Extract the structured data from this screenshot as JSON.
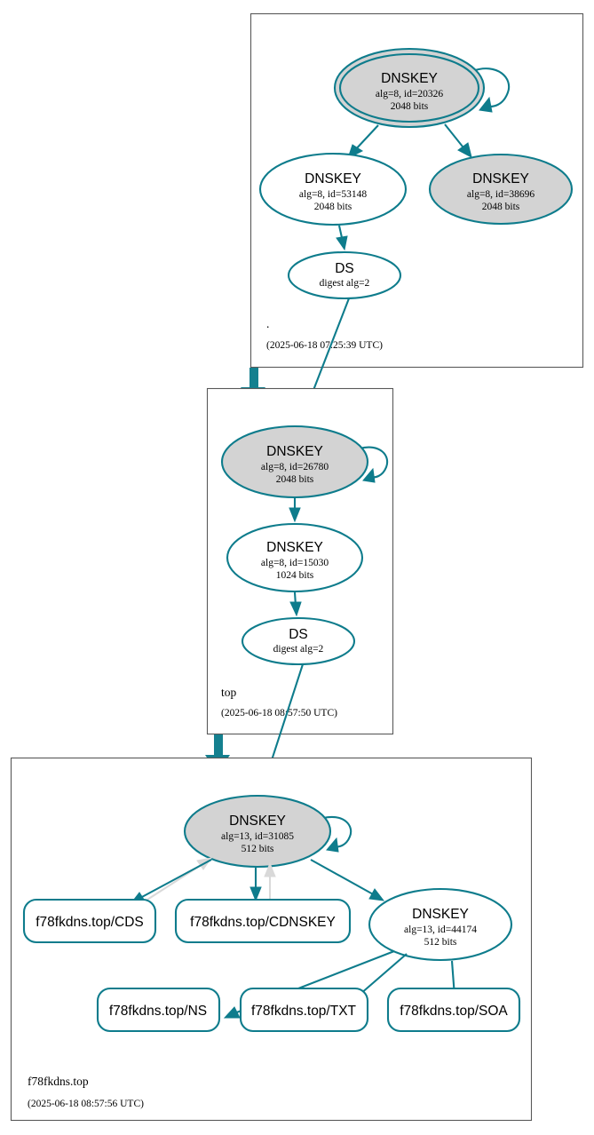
{
  "diagram": {
    "kind": "dnssec-authentication-chain",
    "colors": {
      "accent_teal": "#0e7c8c",
      "delegation_teal": "#14808f",
      "secure_node_fill": "#d3d3d3",
      "plain_node_fill": "#ffffff",
      "zone_border": "#595959",
      "gray_edge": "#d9d9d9",
      "background": "#ffffff"
    }
  },
  "zones": [
    {
      "id": "root",
      "name": ".",
      "timestamp": "(2025-06-18 07:25:39 UTC)",
      "nodes": [
        {
          "id": "root-ksk",
          "type": "DNSKEY",
          "title": "DNSKEY",
          "params": "alg=8, id=20326",
          "size": "2048 bits",
          "style": "double-ellipse-gray",
          "self_signed": true
        },
        {
          "id": "root-zsk-53148",
          "type": "DNSKEY",
          "title": "DNSKEY",
          "params": "alg=8, id=53148",
          "size": "2048 bits",
          "style": "ellipse-white",
          "self_signed": false
        },
        {
          "id": "root-zsk-38696",
          "type": "DNSKEY",
          "title": "DNSKEY",
          "params": "alg=8, id=38696",
          "size": "2048 bits",
          "style": "ellipse-gray",
          "self_signed": false
        },
        {
          "id": "root-ds",
          "type": "DS",
          "title": "DS",
          "params": "digest alg=2",
          "size": "",
          "style": "ellipse-white",
          "self_signed": false
        }
      ]
    },
    {
      "id": "top",
      "name": "top",
      "timestamp": "(2025-06-18 08:57:50 UTC)",
      "nodes": [
        {
          "id": "top-ksk",
          "type": "DNSKEY",
          "title": "DNSKEY",
          "params": "alg=8, id=26780",
          "size": "2048 bits",
          "style": "ellipse-gray",
          "self_signed": true
        },
        {
          "id": "top-zsk",
          "type": "DNSKEY",
          "title": "DNSKEY",
          "params": "alg=8, id=15030",
          "size": "1024 bits",
          "style": "ellipse-white",
          "self_signed": false
        },
        {
          "id": "top-ds",
          "type": "DS",
          "title": "DS",
          "params": "digest alg=2",
          "size": "",
          "style": "ellipse-white",
          "self_signed": false
        }
      ]
    },
    {
      "id": "f78fkdns-top",
      "name": "f78fkdns.top",
      "timestamp": "(2025-06-18 08:57:56 UTC)",
      "nodes": [
        {
          "id": "leaf-ksk",
          "type": "DNSKEY",
          "title": "DNSKEY",
          "params": "alg=13, id=31085",
          "size": "512 bits",
          "style": "ellipse-gray",
          "self_signed": true
        },
        {
          "id": "leaf-zsk",
          "type": "DNSKEY",
          "title": "DNSKEY",
          "params": "alg=13, id=44174",
          "size": "512 bits",
          "style": "ellipse-white",
          "self_signed": false
        },
        {
          "id": "rr-cds",
          "type": "RRset",
          "label": "f78fkdns.top/CDS",
          "style": "rounded-rect"
        },
        {
          "id": "rr-cdnskey",
          "type": "RRset",
          "label": "f78fkdns.top/CDNSKEY",
          "style": "rounded-rect"
        },
        {
          "id": "rr-ns",
          "type": "RRset",
          "label": "f78fkdns.top/NS",
          "style": "rounded-rect"
        },
        {
          "id": "rr-txt",
          "type": "RRset",
          "label": "f78fkdns.top/TXT",
          "style": "rounded-rect"
        },
        {
          "id": "rr-soa",
          "type": "RRset",
          "label": "f78fkdns.top/SOA",
          "style": "rounded-rect"
        }
      ]
    }
  ],
  "edges": [
    {
      "from": "root-ksk",
      "to": "root-ksk",
      "color": "teal",
      "kind": "self-loop"
    },
    {
      "from": "root-ksk",
      "to": "root-zsk-53148",
      "color": "teal",
      "kind": "signs"
    },
    {
      "from": "root-ksk",
      "to": "root-zsk-38696",
      "color": "teal",
      "kind": "signs"
    },
    {
      "from": "root-zsk-53148",
      "to": "root-ds",
      "color": "teal",
      "kind": "signs"
    },
    {
      "from": "root-ds",
      "to": "top-ksk",
      "color": "teal",
      "kind": "ds-to-dnskey"
    },
    {
      "from": "root",
      "to": "top",
      "color": "teal",
      "kind": "delegation"
    },
    {
      "from": "top-ksk",
      "to": "top-ksk",
      "color": "teal",
      "kind": "self-loop"
    },
    {
      "from": "top-ksk",
      "to": "top-zsk",
      "color": "teal",
      "kind": "signs"
    },
    {
      "from": "top-zsk",
      "to": "top-ds",
      "color": "teal",
      "kind": "signs"
    },
    {
      "from": "top-ds",
      "to": "leaf-ksk",
      "color": "teal",
      "kind": "ds-to-dnskey"
    },
    {
      "from": "top",
      "to": "f78fkdns-top",
      "color": "teal",
      "kind": "delegation"
    },
    {
      "from": "leaf-ksk",
      "to": "leaf-ksk",
      "color": "teal",
      "kind": "self-loop"
    },
    {
      "from": "leaf-ksk",
      "to": "rr-cds",
      "color": "teal",
      "kind": "signs"
    },
    {
      "from": "rr-cds",
      "to": "leaf-ksk",
      "color": "gray",
      "kind": "references"
    },
    {
      "from": "leaf-ksk",
      "to": "rr-cdnskey",
      "color": "teal",
      "kind": "signs"
    },
    {
      "from": "rr-cdnskey",
      "to": "leaf-ksk",
      "color": "gray",
      "kind": "references"
    },
    {
      "from": "leaf-ksk",
      "to": "leaf-zsk",
      "color": "teal",
      "kind": "signs"
    },
    {
      "from": "leaf-zsk",
      "to": "rr-ns",
      "color": "teal",
      "kind": "signs"
    },
    {
      "from": "leaf-zsk",
      "to": "rr-txt",
      "color": "teal",
      "kind": "signs"
    },
    {
      "from": "leaf-zsk",
      "to": "rr-soa",
      "color": "teal",
      "kind": "signs"
    }
  ]
}
